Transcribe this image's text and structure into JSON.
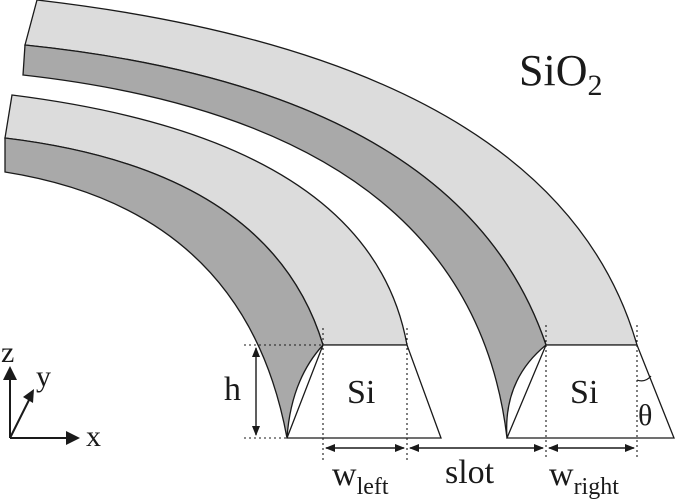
{
  "labels": {
    "cladding": "SiO",
    "cladding_sub": "2",
    "core_left": "Si",
    "core_right": "Si",
    "height": "h",
    "width_left": "w",
    "width_left_sub": "left",
    "slot": "slot",
    "width_right": "w",
    "width_right_sub": "right",
    "angle": "θ"
  },
  "axes": {
    "z": "z",
    "y": "y",
    "x": "x"
  },
  "colors": {
    "top_face": "#dcdcdc",
    "side_face": "#a9a9a9",
    "front_face": "#ffffff",
    "outline": "#1a1a1a"
  }
}
